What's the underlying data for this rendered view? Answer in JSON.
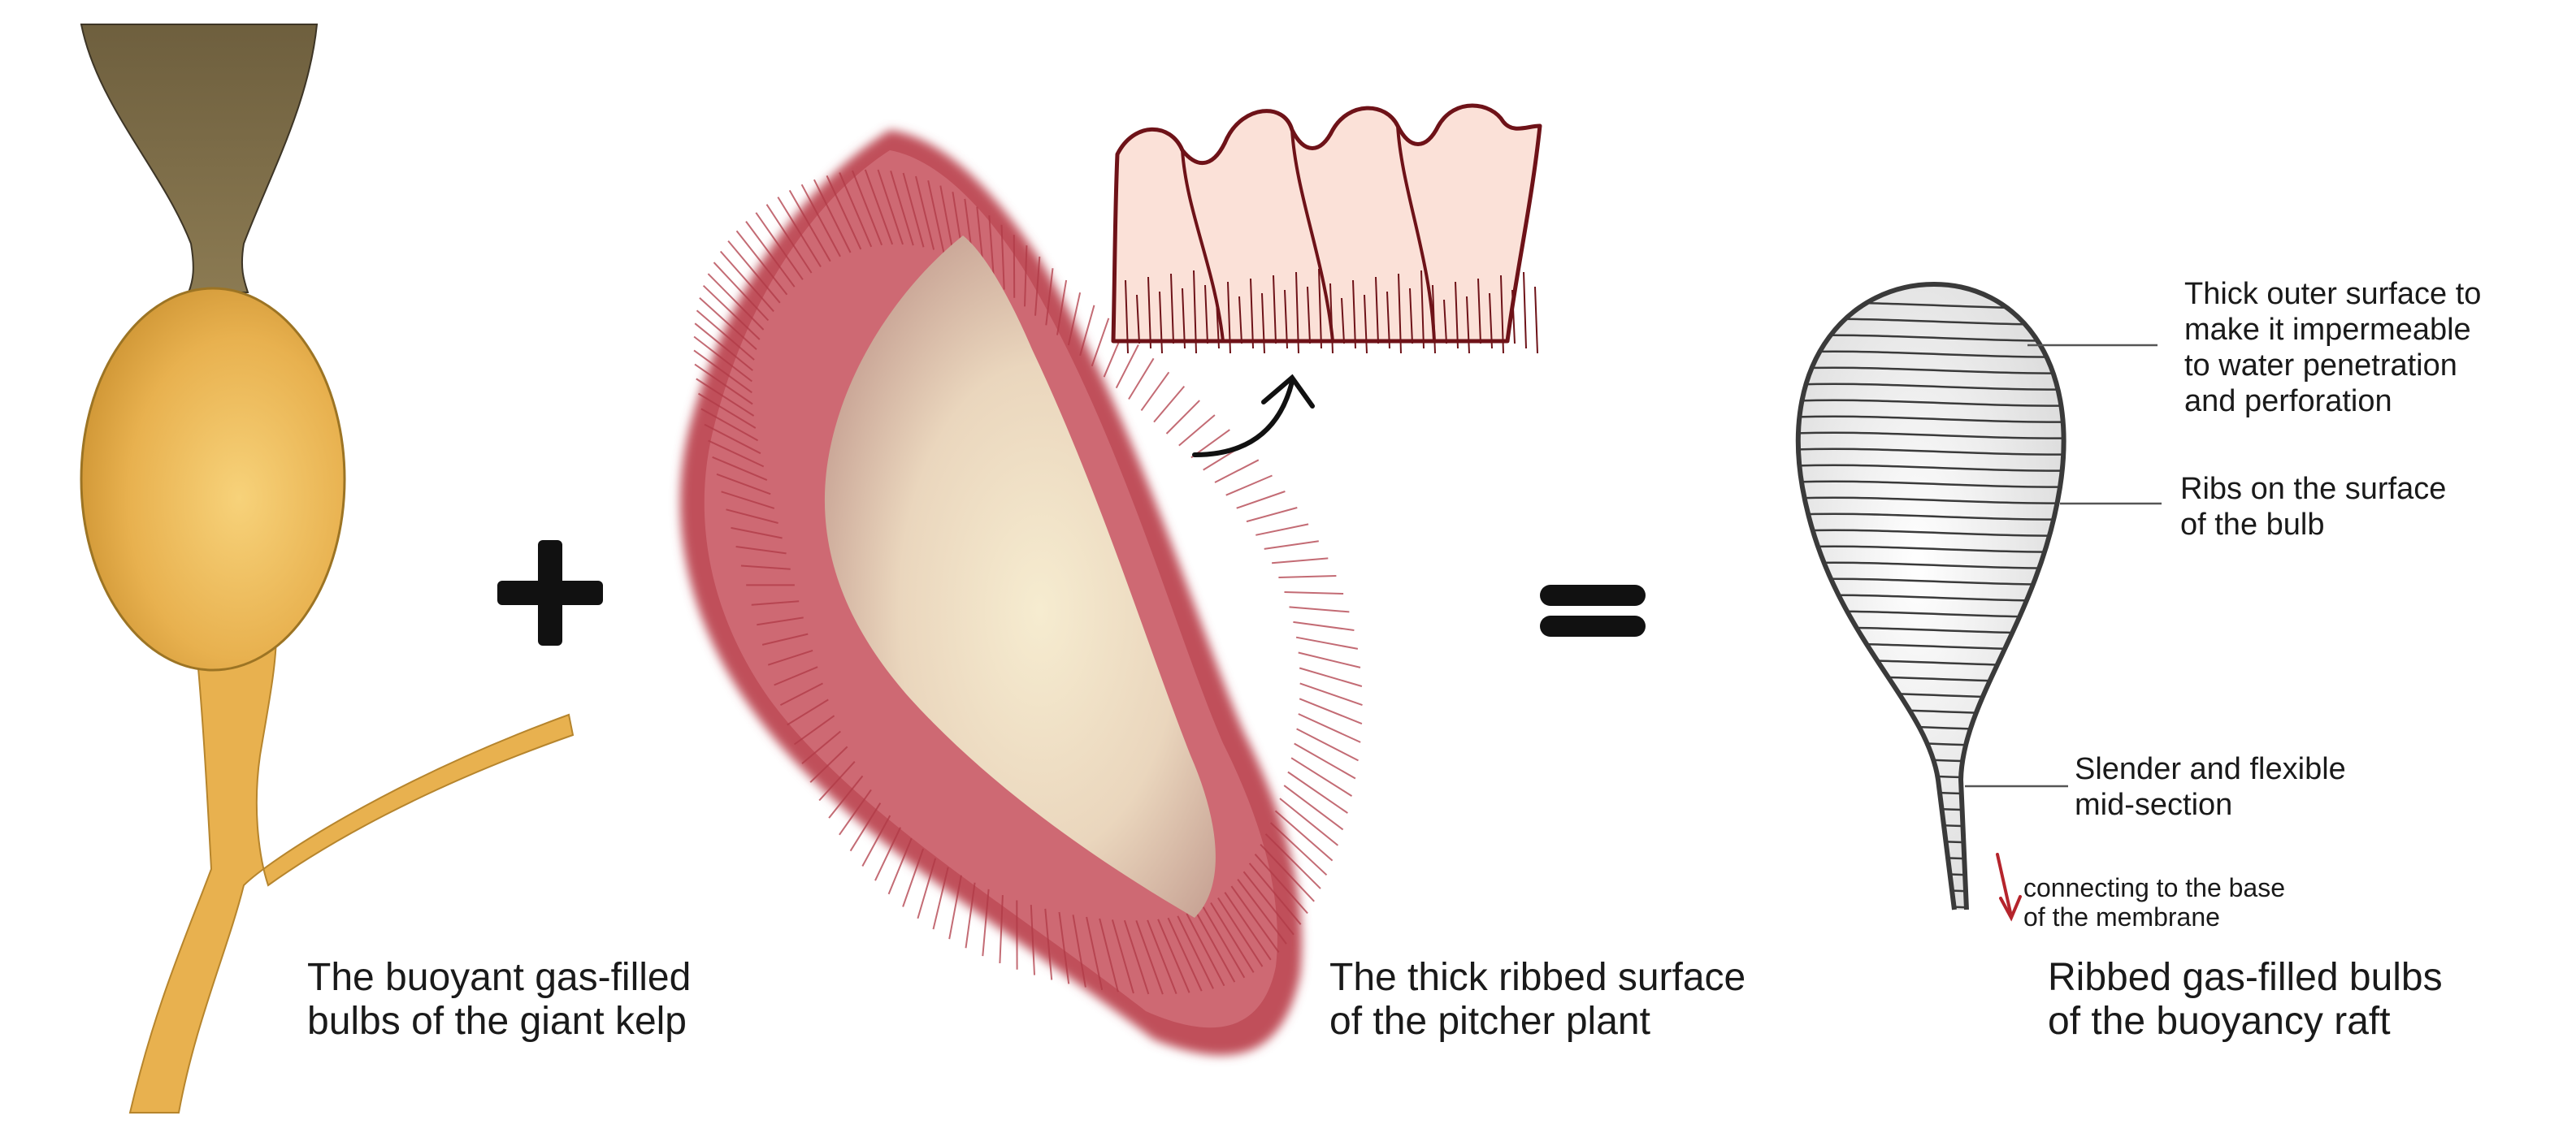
{
  "captions": {
    "kelp": {
      "line1": "The buoyant gas-filled",
      "line2": "bulbs of the giant kelp"
    },
    "pitcher": {
      "line1": "The thick ribbed surface",
      "line2": "of the pitcher plant"
    },
    "raft": {
      "line1": "Ribbed gas-filled bulbs",
      "line2": "of the buoyancy raft"
    }
  },
  "callouts": {
    "outer_surface": {
      "line1": "Thick outer surface to",
      "line2": "make it impermeable",
      "line3": "to water penetration",
      "line4": "and perforation"
    },
    "ribs": {
      "line1": "Ribs on the surface",
      "line2": "of the bulb"
    },
    "midsection": {
      "line1": "Slender and flexible",
      "line2": "mid-section"
    },
    "base": {
      "line1": "connecting to the base",
      "line2": "of the membrane"
    }
  },
  "symbols": {
    "plus": "plus-sign",
    "equals": "equals-sign",
    "arrow": "curved-arrow-icon"
  },
  "colors": {
    "kelp_bulb": "#e8b14f",
    "kelp_stalk": "#7a6a46",
    "pitcher_rim": "#c0505a",
    "pitcher_interior": "#efe0c8",
    "rib_detail": "#fbe1d8",
    "raft_outline": "#3a3a3a",
    "base_arrow": "#b5242c"
  }
}
